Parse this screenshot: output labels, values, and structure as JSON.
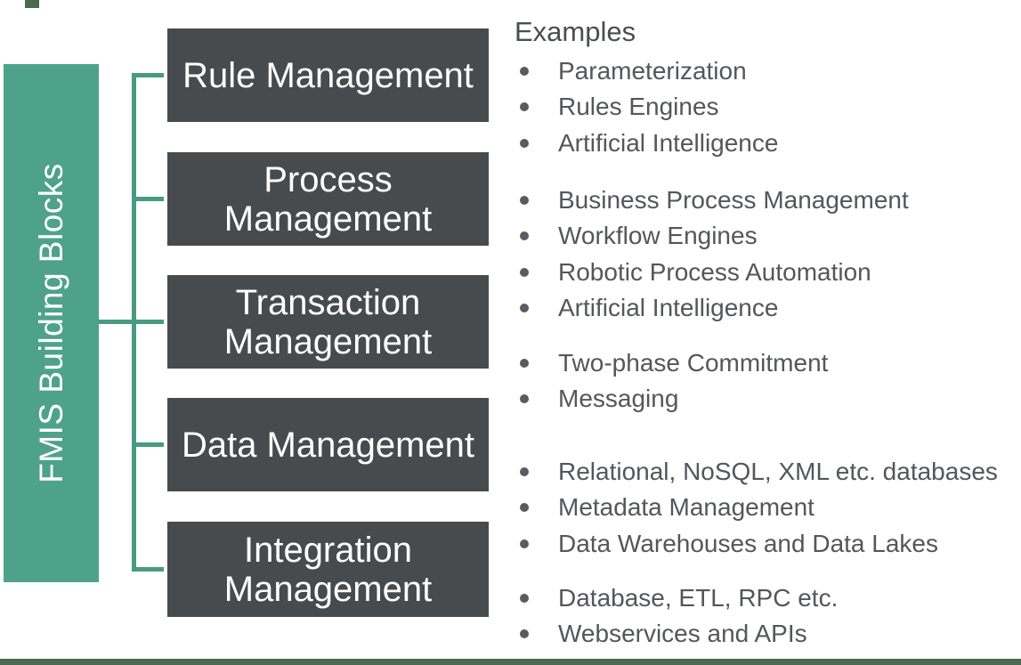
{
  "title": "FMIS Building Blocks",
  "sidebar": {
    "label": "FMIS Building Blocks"
  },
  "blocks": [
    {
      "label": "Rule Management"
    },
    {
      "label": "Process\nManagement"
    },
    {
      "label": "Transaction\nManagement"
    },
    {
      "label": "Data Management"
    },
    {
      "label": "Integration\nManagement"
    }
  ],
  "examples": {
    "heading": "Examples",
    "groups": [
      {
        "items": [
          "Parameterization",
          "Rules Engines",
          "Artificial Intelligence"
        ]
      },
      {
        "items": [
          "Business Process Management",
          "Workflow Engines",
          "Robotic Process Automation",
          "Artificial Intelligence"
        ]
      },
      {
        "items": [
          "Two-phase Commitment",
          "Messaging"
        ]
      },
      {
        "items": [
          "Relational, NoSQL, XML etc. databases",
          "Metadata Management",
          "Data Warehouses and Data Lakes"
        ]
      },
      {
        "items": [
          "Database, ETL, RPC etc.",
          "Webservices and APIs"
        ]
      }
    ]
  },
  "colors": {
    "bg": "#ffffff",
    "teal": "#4FA28A",
    "line": "#489A80",
    "box": "#474B4E",
    "white": "#ffffff",
    "heading": "#4A4D53",
    "text": "#54565C",
    "bullet": "#595B60",
    "artifact": "#4A6B52"
  }
}
